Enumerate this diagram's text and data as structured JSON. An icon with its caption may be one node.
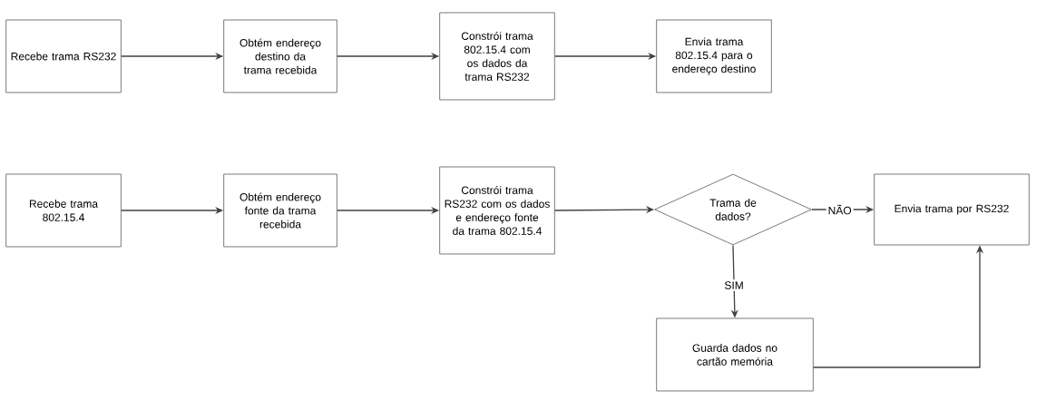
{
  "diagram": {
    "nodes": [
      {
        "text": [
          "Recebe trama RS232"
        ]
      },
      {
        "text": [
          "Obtém endereço destino da trama recebida"
        ]
      },
      {
        "text": [
          "Constrói trama 802.15.4 com os dados da trama RS232"
        ]
      },
      {
        "text": [
          "Envia trama 802.15.4 para o endereço destino"
        ]
      },
      {
        "text": [
          "Recebe trama 802.15.4"
        ]
      },
      {
        "text": [
          "Obtém endereço fonte da trama recebida"
        ]
      },
      {
        "text": [
          "Constrói trama RS232 com os dados e endereço fonte da trama 802.15.4"
        ]
      },
      {
        "text": [
          "Trama de dados?"
        ]
      },
      {
        "text": [
          "Envia trama por RS232"
        ]
      },
      {
        "text": [
          "Guarda dados no cartão memória"
        ]
      }
    ],
    "edges": [
      {
        "from": 0,
        "to": 1,
        "arrow": "to"
      },
      {
        "from": 1,
        "to": 2,
        "arrow": "to"
      },
      {
        "from": 2,
        "to": 3,
        "arrow": "to"
      },
      {
        "from": 4,
        "to": 5,
        "arrow": "to"
      },
      {
        "from": 5,
        "to": 6,
        "arrow": "to"
      },
      {
        "from": 6,
        "to": 7,
        "arrow": "to"
      },
      {
        "from": 7,
        "to": 8,
        "arrow": "to",
        "label": "NÃO"
      },
      {
        "from": 7,
        "to": 9,
        "arrow": "to",
        "label": "SIM"
      },
      {
        "from": 9,
        "to": 8,
        "arrow": "to"
      }
    ]
  }
}
